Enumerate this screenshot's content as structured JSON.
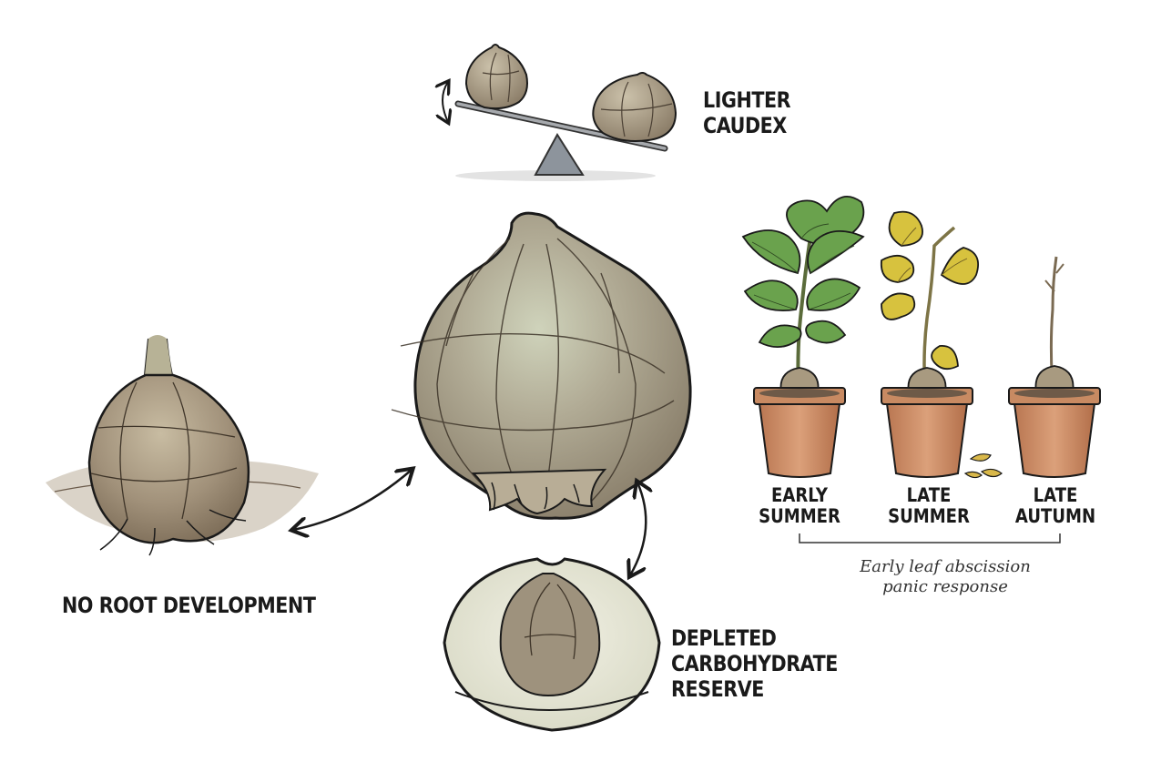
{
  "labels": {
    "lighter_caudex": [
      "LIGHTER",
      "CAUDEX"
    ],
    "no_root": "NO ROOT DEVELOPMENT",
    "depleted": [
      "DEPLETED",
      "CARBOHYDRATE",
      "RESERVE"
    ]
  },
  "stages": [
    {
      "line1": "EARLY",
      "line2": "SUMMER"
    },
    {
      "line1": "LATE",
      "line2": "SUMMER"
    },
    {
      "line1": "LATE",
      "line2": "AUTUMN"
    }
  ],
  "stage_note": [
    "Early leaf abscission",
    "panic response"
  ],
  "colors": {
    "caudex_tan": "#a79a82",
    "caudex_shadow": "#7a6e5c",
    "caudex_green": "#b9c4a4",
    "leaf_green": "#5e9a45",
    "leaf_yellow": "#d9c23c",
    "pot_terracotta": "#c98a5f",
    "soil": "#7a6a58",
    "ink": "#1a1a1a"
  },
  "icons": [
    "seesaw-icon",
    "double-arrow-icon",
    "fallen-leaves-icon"
  ]
}
